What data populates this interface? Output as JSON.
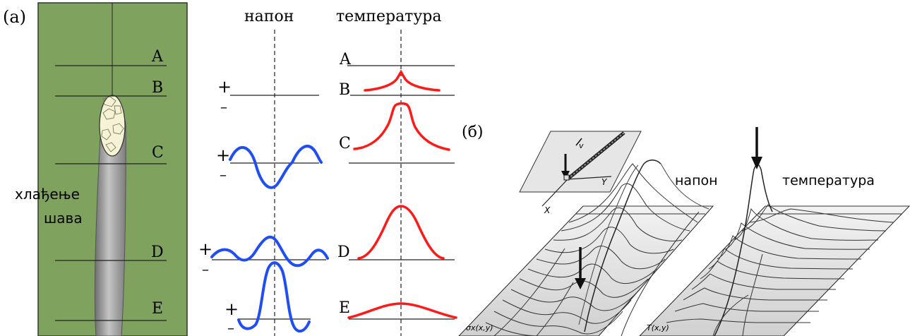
{
  "panel_a": {
    "panel_label": "(a)",
    "cooling_label_line1": "хлађење",
    "cooling_label_line2": "шава",
    "section_letters": [
      "A",
      "B",
      "C",
      "D",
      "E"
    ]
  },
  "stress_column": {
    "title": "напон",
    "sign_plus": "+",
    "sign_minus": "–"
  },
  "temperature_column": {
    "title": "температура",
    "section_letters": [
      "A",
      "B",
      "C",
      "D",
      "E"
    ]
  },
  "panel_b": {
    "panel_label": "(б)",
    "stress_label": "напон",
    "temperature_label": "температура",
    "axis_x": "X",
    "axis_y": "Y",
    "axis_v": "v",
    "stress_surface_label": "σx(x,y)",
    "temperature_surface_label": "T(x,y)"
  },
  "colors": {
    "plate": "#7fa25f",
    "weld_bead": "#9a9a9a",
    "stress_curve": "#1f4ef5",
    "temperature_curve": "#ff1a1a"
  }
}
